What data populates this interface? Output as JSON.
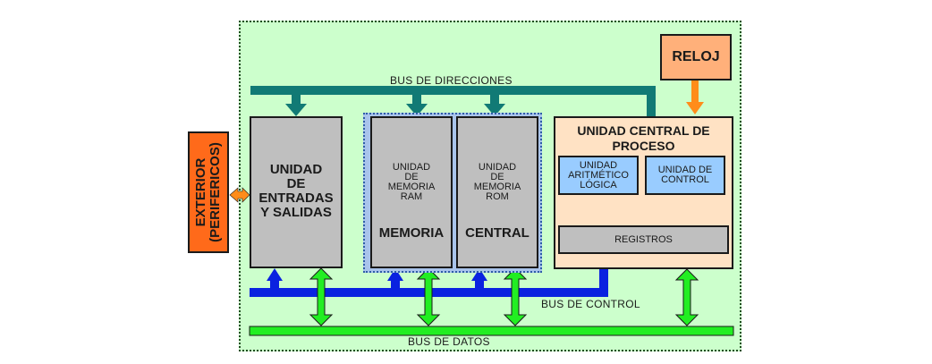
{
  "exterior": {
    "label": "EXTERIOR\n(PERIFERICOS)"
  },
  "reloj": {
    "label": "RELOJ"
  },
  "buses": {
    "direcciones": "BUS DE DIRECCIONES",
    "control": "BUS DE CONTROL",
    "datos": "BUS DE DATOS"
  },
  "io_unit": {
    "label": "UNIDAD\nDE\nENTRADAS\nY SALIDAS"
  },
  "memoria": {
    "ram_label": "UNIDAD\nDE\nMEMORIA\nRAM",
    "rom_label": "UNIDAD\nDE\nMEMORIA\nROM",
    "word_left": "MEMORIA",
    "word_right": "CENTRAL"
  },
  "cpu": {
    "title": "UNIDAD CENTRAL DE\nPROCESO",
    "alu_label": "UNIDAD\nARITMÉTICO\nLÓGICA",
    "uc_label": "UNIDAD DE\nCONTROL",
    "registros_label": "REGISTROS"
  },
  "colors": {
    "address_bus": "#117a75",
    "control_bus": "#0a22e0",
    "data_bus": "#22ee22",
    "clock_arrow": "#ff8c1a",
    "exterior_arrow": "#ff8c1a"
  }
}
